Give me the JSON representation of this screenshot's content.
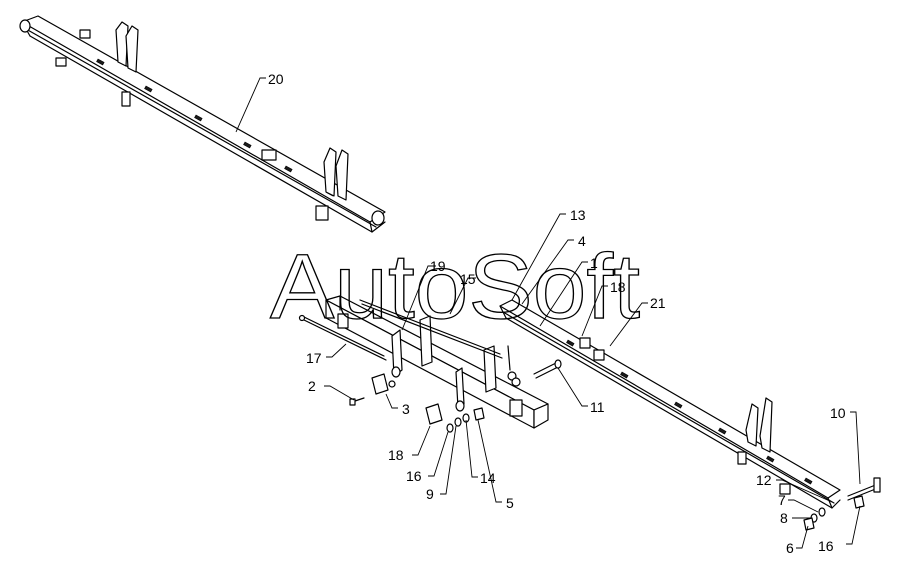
{
  "watermark": "AutoSoft",
  "callouts": {
    "c1": "1",
    "c2": "2",
    "c3": "3",
    "c4": "4",
    "c5": "5",
    "c6": "6",
    "c7": "7",
    "c8": "8",
    "c9": "9",
    "c10": "10",
    "c11": "11",
    "c12": "12",
    "c13": "13",
    "c14": "14",
    "c15": "15",
    "c16a": "16",
    "c16b": "16",
    "c17": "17",
    "c18": "18",
    "c18b": "18",
    "c19": "19",
    "c20": "20",
    "c21": "21"
  }
}
